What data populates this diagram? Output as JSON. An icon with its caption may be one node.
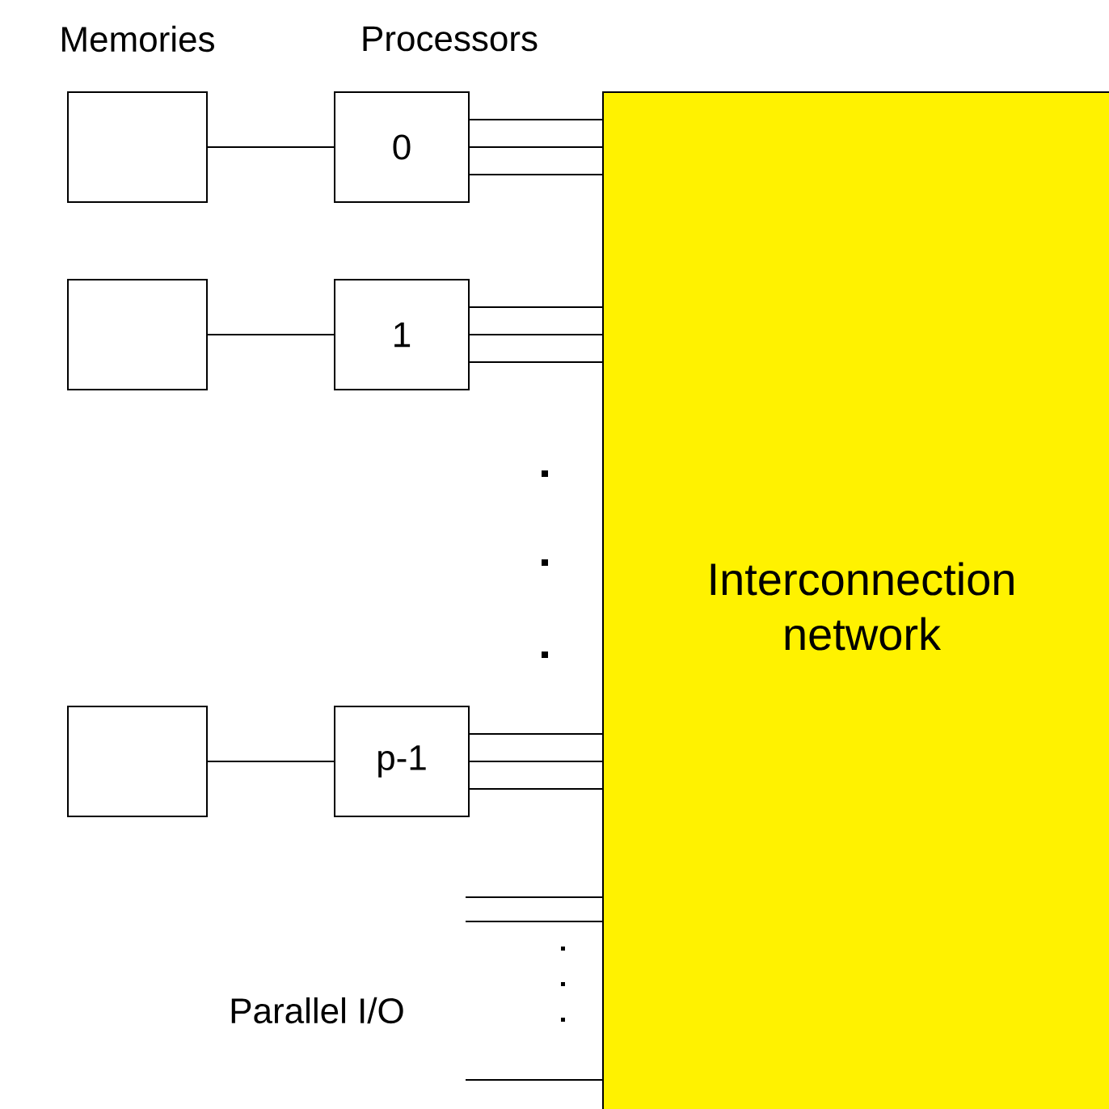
{
  "diagram": {
    "nodes": [
      {
        "text": [],
        "shape": "box"
      },
      {
        "text": [
          "0"
        ]
      },
      {
        "text": [],
        "shape": "box"
      },
      {
        "text": [
          "1"
        ]
      },
      {
        "text": [],
        "shape": "box"
      },
      {
        "text": [
          "p-1"
        ]
      },
      {
        "text": [
          "Interconnection network"
        ]
      }
    ],
    "edges": [
      {
        "from": 0,
        "to": 1,
        "arrow": "none"
      },
      {
        "from": 1,
        "to": 6,
        "arrow": "none"
      },
      {
        "from": 1,
        "to": 6,
        "arrow": "none"
      },
      {
        "from": 1,
        "to": 6,
        "arrow": "none"
      },
      {
        "from": 2,
        "to": 3,
        "arrow": "none"
      },
      {
        "from": 3,
        "to": 6,
        "arrow": "none"
      },
      {
        "from": 3,
        "to": 6,
        "arrow": "none"
      },
      {
        "from": 3,
        "to": 6,
        "arrow": "none"
      },
      {
        "from": 4,
        "to": 5,
        "arrow": "none"
      },
      {
        "from": 5,
        "to": 6,
        "arrow": "none"
      },
      {
        "from": 5,
        "to": 6,
        "arrow": "none"
      },
      {
        "from": 5,
        "to": 6,
        "arrow": "none"
      },
      {
        "from": null,
        "to": 6,
        "arrow": "none"
      },
      {
        "from": null,
        "to": 6,
        "arrow": "none"
      },
      {
        "from": null,
        "to": 6,
        "arrow": "none"
      }
    ],
    "labels": [
      "Memories",
      "Processors",
      "Parallel I/O"
    ]
  }
}
